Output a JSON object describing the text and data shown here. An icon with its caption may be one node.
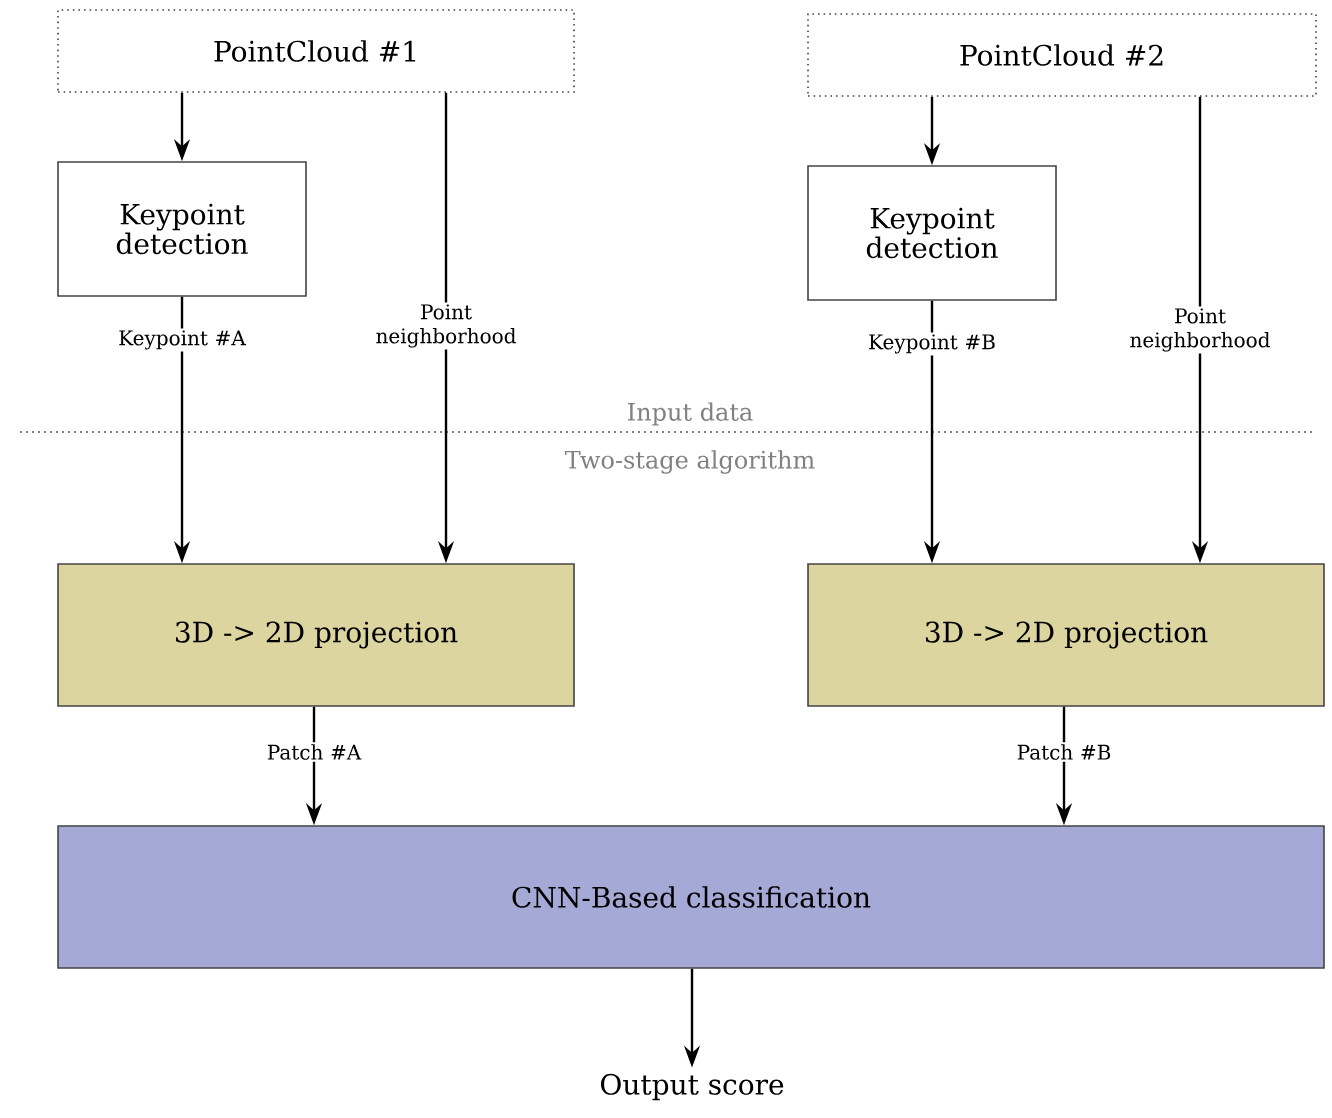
{
  "diagram": {
    "nodes": [
      {
        "text": [
          "PointCloud #1"
        ]
      },
      {
        "text": [
          "PointCloud #2"
        ]
      },
      {
        "text": [
          "Keypoint detection"
        ]
      },
      {
        "text": [
          "Keypoint detection"
        ]
      },
      {
        "text": [
          "3D -> 2D projection"
        ]
      },
      {
        "text": [
          "3D -> 2D projection"
        ]
      },
      {
        "text": [
          "CNN-Based classification"
        ]
      },
      {
        "text": [
          "Output score"
        ]
      }
    ],
    "edges": [
      {
        "from": 0,
        "to": 2,
        "arrow": "to"
      },
      {
        "from": 2,
        "to": 4,
        "arrow": "to",
        "label": "Keypoint #A"
      },
      {
        "from": 0,
        "to": 4,
        "arrow": "to",
        "label": "Point neighborhood"
      },
      {
        "from": 1,
        "to": 3,
        "arrow": "to"
      },
      {
        "from": 3,
        "to": 5,
        "arrow": "to",
        "label": "Keypoint #B"
      },
      {
        "from": 1,
        "to": 5,
        "arrow": "to",
        "label": "Point neighborhood"
      },
      {
        "from": 4,
        "to": 6,
        "arrow": "to",
        "label": "Patch #A"
      },
      {
        "from": 5,
        "to": 6,
        "arrow": "to",
        "label": "Patch #B"
      },
      {
        "from": 6,
        "to": 7,
        "arrow": "to"
      }
    ],
    "labels": [
      "Input data",
      "Two-stage algorithm"
    ]
  }
}
